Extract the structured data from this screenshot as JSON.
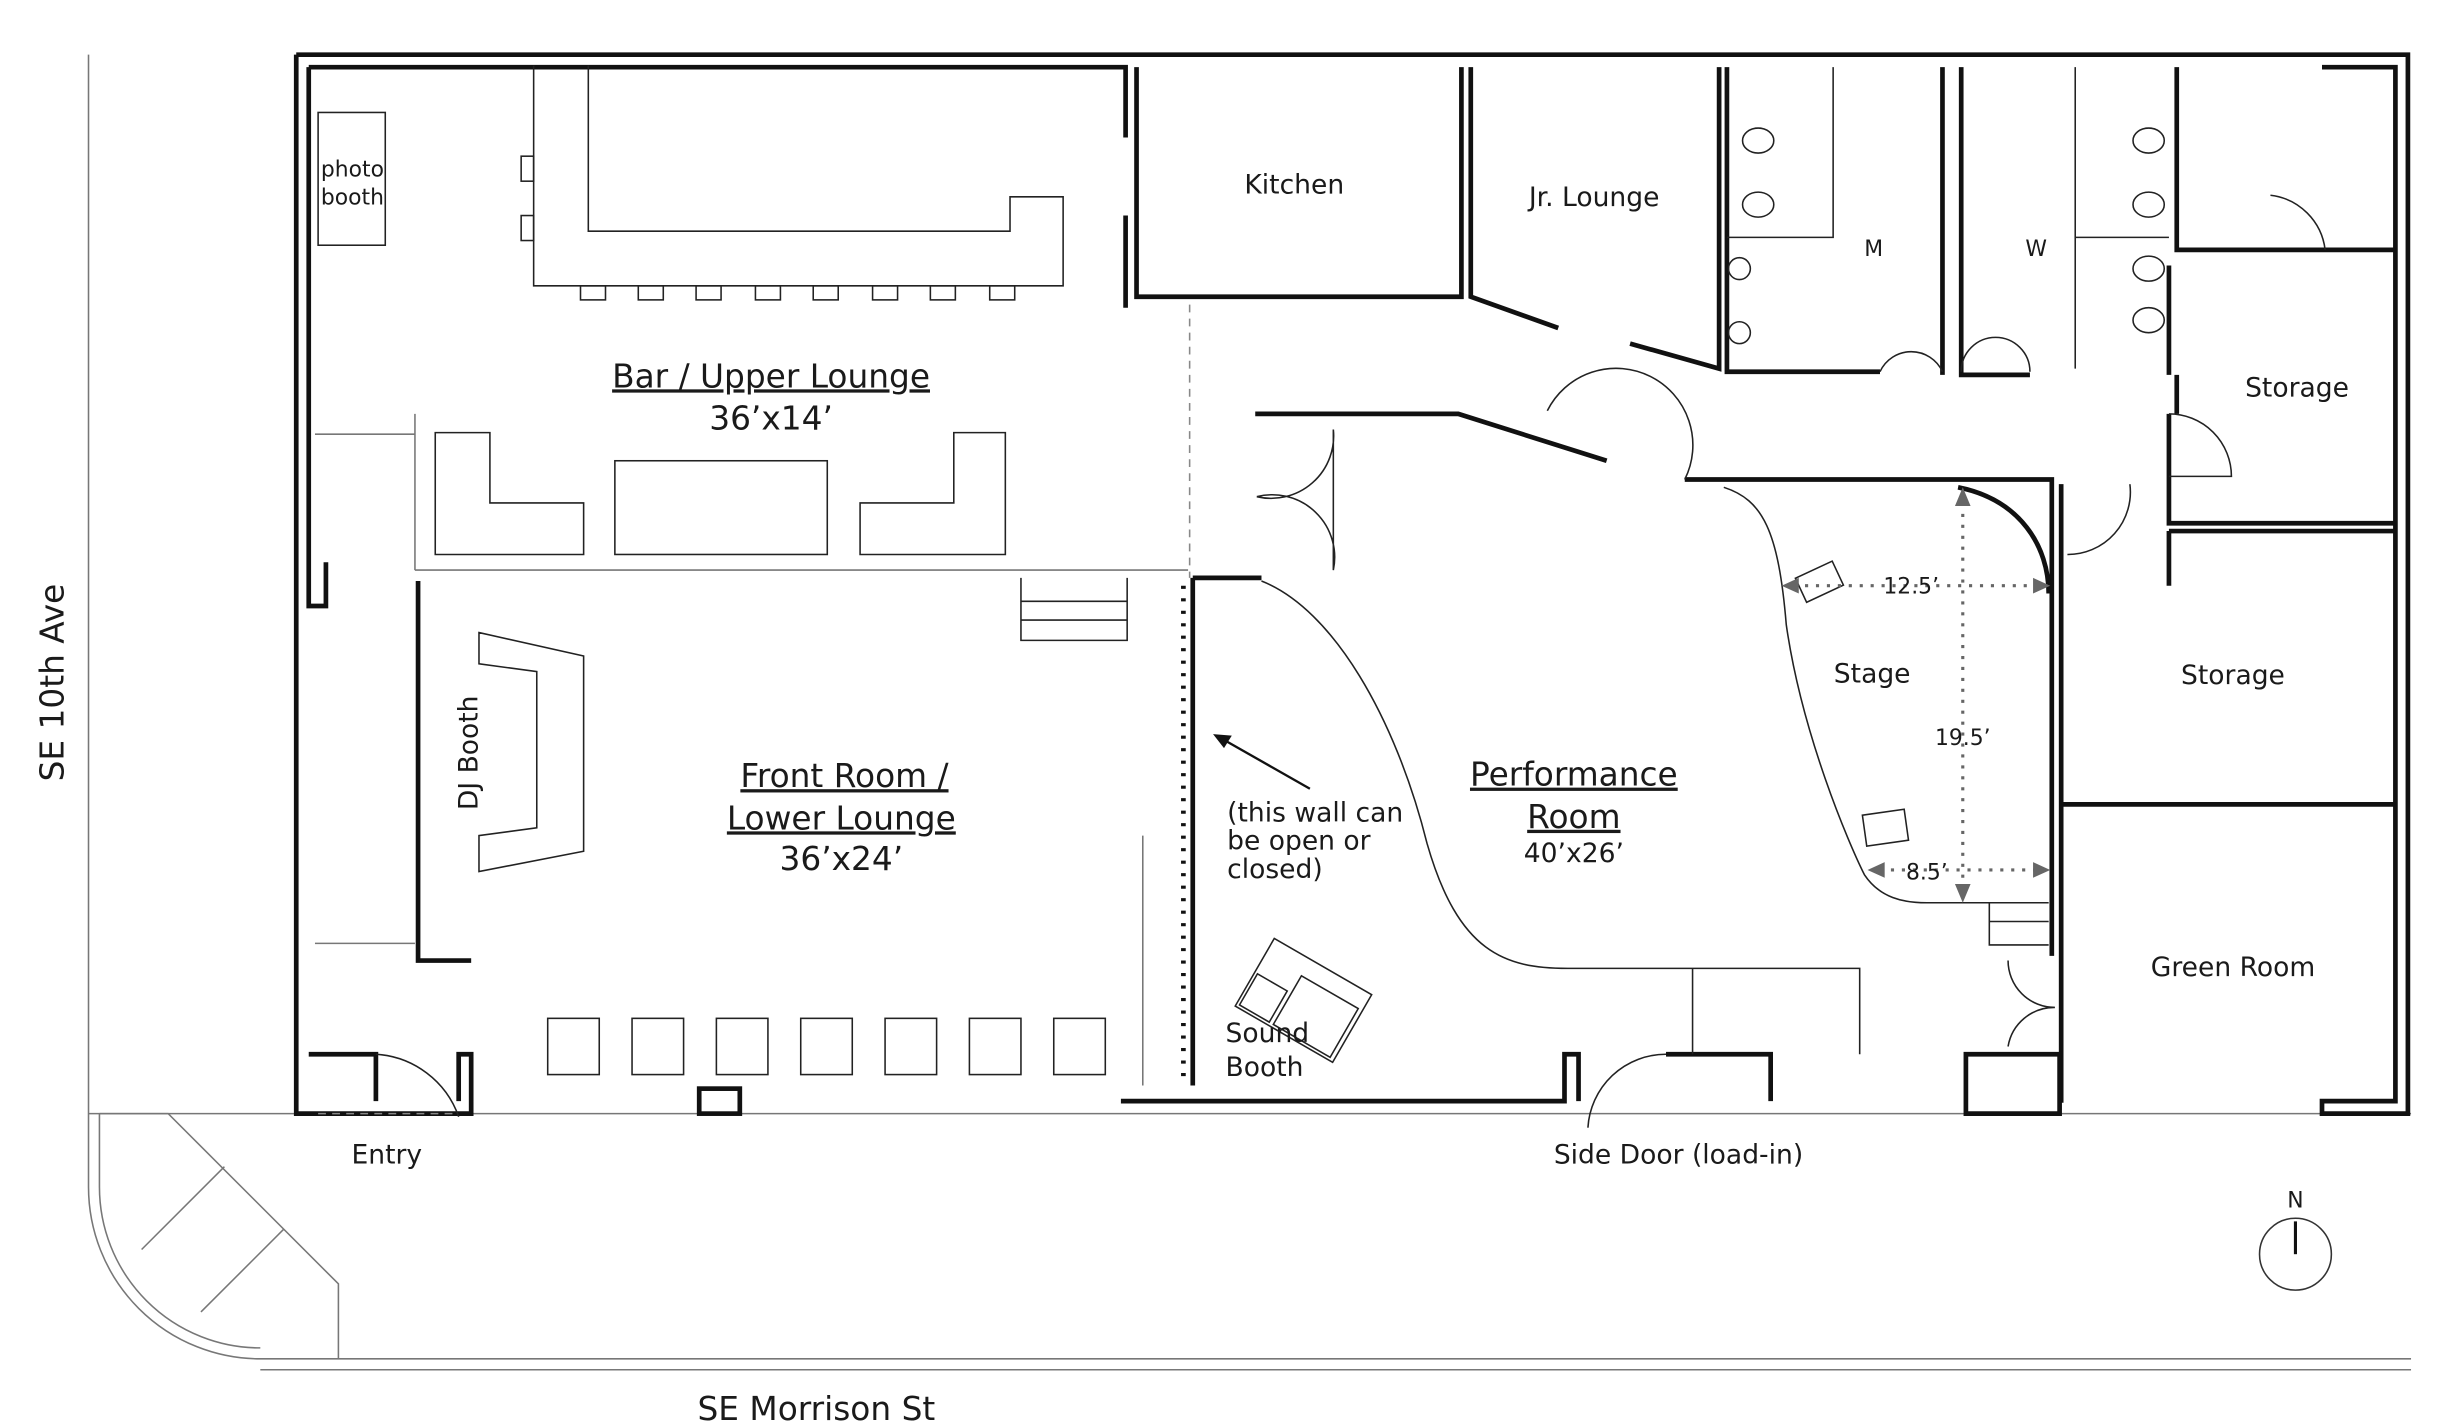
{
  "streets": {
    "west": "SE 10th Ave",
    "south": "SE Morrison St"
  },
  "compass": {
    "label": "N"
  },
  "rooms": {
    "photo_booth": [
      "photo",
      "booth"
    ],
    "kitchen": "Kitchen",
    "jr_lounge": "Jr. Lounge",
    "mens": "M",
    "womens": "W",
    "storage_upper": "Storage",
    "storage_middle": "Storage",
    "green_room": "Green Room",
    "bar": {
      "title": "Bar / Upper Lounge",
      "size": "36’x14’"
    },
    "dj_booth": "DJ Booth",
    "front_room": {
      "title_1": "Front Room /",
      "title_2": "Lower Lounge",
      "size": "36’x24’"
    },
    "performance": {
      "title_1": "Performance",
      "title_2": "Room",
      "size": "40’x26’"
    },
    "stage": {
      "title": "Stage",
      "width_top": "12.5’",
      "depth": "19.5’",
      "width_bottom": "8.5’"
    },
    "sound_booth": [
      "Sound",
      "Booth"
    ]
  },
  "notes": {
    "wall_note": [
      "(this wall can",
      "be open or",
      "closed)"
    ]
  },
  "doors": {
    "entry": "Entry",
    "side_door": "Side Door (load-in)"
  }
}
